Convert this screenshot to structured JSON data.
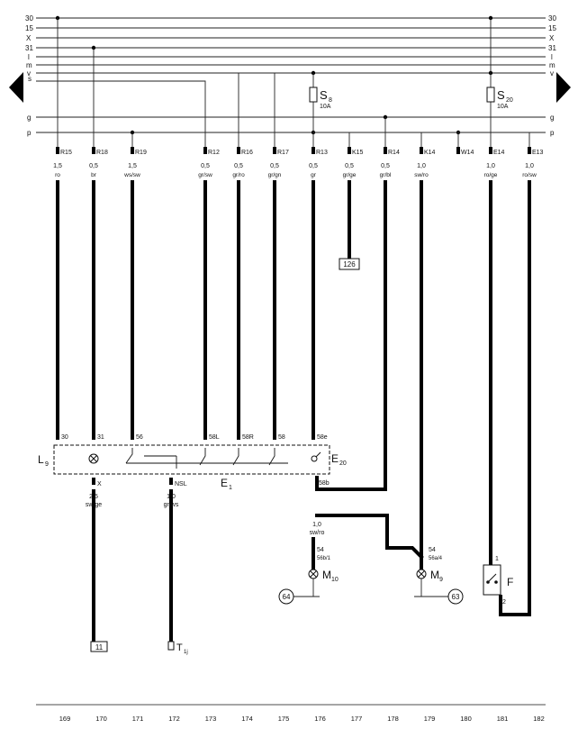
{
  "diagram": {
    "rail_labels": [
      "30",
      "15",
      "X",
      "31",
      "l",
      "m",
      "v",
      "s",
      "g",
      "p"
    ],
    "fuses": [
      {
        "name": "S8",
        "base": "S",
        "sub": "8",
        "rating": "10A"
      },
      {
        "name": "S20",
        "base": "S",
        "sub": "20",
        "rating": "10A"
      }
    ],
    "terminals": [
      {
        "pin": "R15",
        "size": "1,5",
        "color": "ro"
      },
      {
        "pin": "R18",
        "size": "0,5",
        "color": "br"
      },
      {
        "pin": "R19",
        "size": "1,5",
        "color": "ws/sw"
      },
      {
        "pin": "R12",
        "size": "0,5",
        "color": "gr/sw"
      },
      {
        "pin": "R16",
        "size": "0,5",
        "color": "gr/ro"
      },
      {
        "pin": "R17",
        "size": "0,5",
        "color": "gr/gn"
      },
      {
        "pin": "R13",
        "size": "0,5",
        "color": "gr"
      },
      {
        "pin": "K15",
        "size": "0,5",
        "color": "gr/ge"
      },
      {
        "pin": "R14",
        "size": "0,5",
        "color": "gr/bl"
      },
      {
        "pin": "K14",
        "size": "1,0",
        "color": "sw/ro"
      },
      {
        "pin": "W14",
        "size": "",
        "color": ""
      },
      {
        "pin": "E14",
        "size": "1,0",
        "color": "ro/ge"
      },
      {
        "pin": "E13",
        "size": "1,0",
        "color": "ro/sw"
      }
    ],
    "ref_box_126": "126",
    "switch_pins": [
      "30",
      "31",
      "56",
      "58L",
      "58R",
      "58",
      "58e"
    ],
    "switch_labels": {
      "L": "L",
      "L_sub": "9",
      "E1": "E",
      "E1_sub": "1",
      "E20": "E",
      "E20_sub": "20"
    },
    "pin_58b": "58b",
    "pin_X": "X",
    "pin_NSL": "NSL",
    "lower_wires": [
      {
        "size": "2,5",
        "color": "sw/ge"
      },
      {
        "size": "1,0",
        "color": "gr/ws"
      },
      {
        "size": "1,0",
        "color": "sw/ro"
      }
    ],
    "motors": {
      "M10": {
        "base": "M",
        "sub": "10",
        "pin": "54",
        "pin2": "56b/1",
        "circle": "64"
      },
      "M9": {
        "base": "M",
        "sub": "9",
        "pin": "54",
        "pin2": "56a/4",
        "circle": "63"
      }
    },
    "relay": {
      "label": "F",
      "pin_top": "1",
      "pin_bottom": "2"
    },
    "bottom_refs": {
      "box_11": "11",
      "T1j_base": "T",
      "T1j_sub": "1j"
    },
    "column_numbers": [
      "169",
      "170",
      "171",
      "172",
      "173",
      "174",
      "175",
      "176",
      "177",
      "178",
      "179",
      "180",
      "181",
      "182"
    ]
  }
}
